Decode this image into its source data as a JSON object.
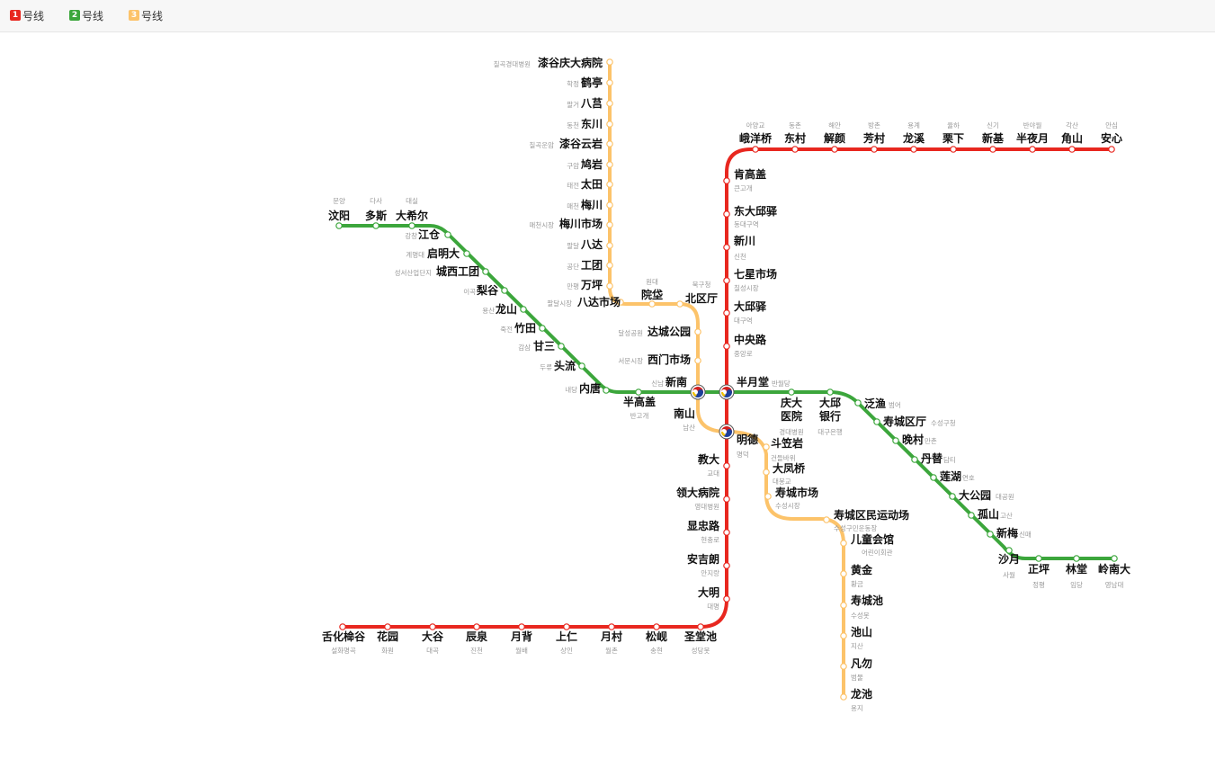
{
  "legend": [
    {
      "num": "1",
      "label": "号线",
      "color": "#e8271f"
    },
    {
      "num": "2",
      "label": "号线",
      "color": "#3ca63c"
    },
    {
      "num": "3",
      "label": "号线",
      "color": "#fcc36a"
    }
  ],
  "lines": {
    "1": {
      "color": "#e8271f"
    },
    "2": {
      "color": "#3ca63c"
    },
    "3": {
      "color": "#fcc36a"
    }
  },
  "stations": {
    "line1": [
      {
        "zh": "舌化椧谷",
        "ko": "설화명곡"
      },
      {
        "zh": "花园",
        "ko": "화원"
      },
      {
        "zh": "大谷",
        "ko": "대곡"
      },
      {
        "zh": "辰泉",
        "ko": "진천"
      },
      {
        "zh": "月背",
        "ko": "월배"
      },
      {
        "zh": "上仁",
        "ko": "상인"
      },
      {
        "zh": "月村",
        "ko": "월촌"
      },
      {
        "zh": "松岘",
        "ko": "송현"
      },
      {
        "zh": "圣堂池",
        "ko": "성당못"
      },
      {
        "zh": "大明",
        "ko": "대명"
      },
      {
        "zh": "安吉朗",
        "ko": "안지랑"
      },
      {
        "zh": "显忠路",
        "ko": "현충로"
      },
      {
        "zh": "领大病院",
        "ko": "영대병원"
      },
      {
        "zh": "教大",
        "ko": "교대"
      },
      {
        "zh": "明德",
        "ko": "명덕"
      },
      {
        "zh": "半月堂",
        "ko": "반월당"
      },
      {
        "zh": "中央路",
        "ko": "중앙로"
      },
      {
        "zh": "大邱驿",
        "ko": "대구역"
      },
      {
        "zh": "七星市场",
        "ko": "칠성시장"
      },
      {
        "zh": "新川",
        "ko": "신천"
      },
      {
        "zh": "东大邱驿",
        "ko": "동대구역"
      },
      {
        "zh": "肯高盖",
        "ko": "큰고개"
      },
      {
        "zh": "峨洋桥",
        "ko": "아양교"
      },
      {
        "zh": "东村",
        "ko": "동촌"
      },
      {
        "zh": "解颜",
        "ko": "해안"
      },
      {
        "zh": "芳村",
        "ko": "방촌"
      },
      {
        "zh": "龙溪",
        "ko": "용계"
      },
      {
        "zh": "栗下",
        "ko": "율하"
      },
      {
        "zh": "新基",
        "ko": "신기"
      },
      {
        "zh": "半夜月",
        "ko": "반야월"
      },
      {
        "zh": "角山",
        "ko": "각산"
      },
      {
        "zh": "安心",
        "ko": "안심"
      }
    ],
    "line2": [
      {
        "zh": "汶阳",
        "ko": "문양"
      },
      {
        "zh": "多斯",
        "ko": "다사"
      },
      {
        "zh": "大希尔",
        "ko": "대실"
      },
      {
        "zh": "江仓",
        "ko": "강창"
      },
      {
        "zh": "启明大",
        "ko": "계명대"
      },
      {
        "zh": "城西工团",
        "ko": "성서산업단지"
      },
      {
        "zh": "梨谷",
        "ko": "이곡"
      },
      {
        "zh": "龙山",
        "ko": "용산"
      },
      {
        "zh": "竹田",
        "ko": "죽전"
      },
      {
        "zh": "甘三",
        "ko": "감삼"
      },
      {
        "zh": "头流",
        "ko": "두류"
      },
      {
        "zh": "内唐",
        "ko": "내당"
      },
      {
        "zh": "半高盖",
        "ko": "반고개"
      },
      {
        "zh": "新南",
        "ko": "신남"
      },
      {
        "zh": "庆大医院",
        "ko": "경대병원"
      },
      {
        "zh": "大邱银行",
        "ko": "대구은행"
      },
      {
        "zh": "泛渔",
        "ko": "범어"
      },
      {
        "zh": "寿城区厅",
        "ko": "수성구청"
      },
      {
        "zh": "晚村",
        "ko": "만촌"
      },
      {
        "zh": "丹替",
        "ko": "담티"
      },
      {
        "zh": "莲湖",
        "ko": "연호"
      },
      {
        "zh": "大公园",
        "ko": "대공원"
      },
      {
        "zh": "孤山",
        "ko": "고산"
      },
      {
        "zh": "新梅",
        "ko": "신매"
      },
      {
        "zh": "沙月",
        "ko": "사월"
      },
      {
        "zh": "正坪",
        "ko": "정평"
      },
      {
        "zh": "林堂",
        "ko": "임당"
      },
      {
        "zh": "岭南大",
        "ko": "영남대"
      }
    ],
    "line3": [
      {
        "zh": "漆谷庆大病院",
        "ko": "칠곡경대병원"
      },
      {
        "zh": "鹤亭",
        "ko": "학정"
      },
      {
        "zh": "八莒",
        "ko": "팔거"
      },
      {
        "zh": "东川",
        "ko": "동천"
      },
      {
        "zh": "漆谷云岩",
        "ko": "칠곡운암"
      },
      {
        "zh": "鸠岩",
        "ko": "구암"
      },
      {
        "zh": "太田",
        "ko": "태전"
      },
      {
        "zh": "梅川",
        "ko": "매천"
      },
      {
        "zh": "梅川市场",
        "ko": "매천시장"
      },
      {
        "zh": "八达",
        "ko": "팔달"
      },
      {
        "zh": "工团",
        "ko": "공단"
      },
      {
        "zh": "万坪",
        "ko": "만평"
      },
      {
        "zh": "八达市场",
        "ko": "팔달시장"
      },
      {
        "zh": "院垈",
        "ko": "원대"
      },
      {
        "zh": "北区厅",
        "ko": "북구청"
      },
      {
        "zh": "达城公园",
        "ko": "달성공원"
      },
      {
        "zh": "西门市场",
        "ko": "서문시장"
      },
      {
        "zh": "南山",
        "ko": "남산"
      },
      {
        "zh": "斗笠岩",
        "ko": "건들바위"
      },
      {
        "zh": "大凤桥",
        "ko": "대봉교"
      },
      {
        "zh": "寿城市场",
        "ko": "수성시장"
      },
      {
        "zh": "寿城区民运动场",
        "ko": "수성구민운동장"
      },
      {
        "zh": "儿童会馆",
        "ko": "어린이회관"
      },
      {
        "zh": "黄金",
        "ko": "황금"
      },
      {
        "zh": "寿城池",
        "ko": "수성못"
      },
      {
        "zh": "池山",
        "ko": "지산"
      },
      {
        "zh": "凡勿",
        "ko": "범물"
      },
      {
        "zh": "龙池",
        "ko": "용지"
      }
    ]
  },
  "icons": {
    "transfer": "taegeuk-transfer-icon"
  }
}
